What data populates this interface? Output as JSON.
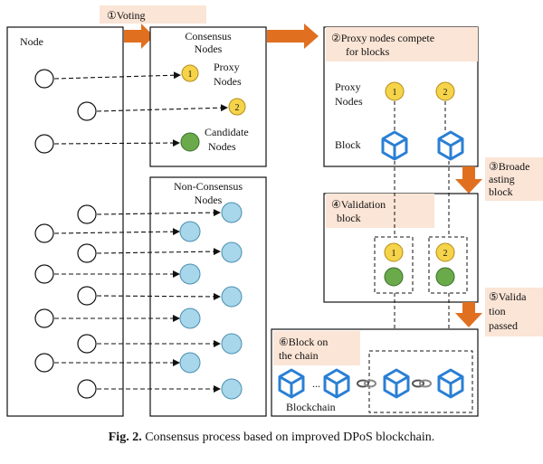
{
  "diagram": {
    "node_box_label": "Node",
    "voting_label": "①Voting",
    "consensus_title_1": "Consensus",
    "consensus_title_2": "Nodes",
    "proxy_label_1": "Proxy",
    "proxy_label_2": "Nodes",
    "candidate_label_1": "Candidate",
    "candidate_label_2": "Nodes",
    "non_consensus_title_1": "Non-Consensus",
    "non_consensus_title_2": "Nodes",
    "step2_line1": "②Proxy nodes compete",
    "step2_line2": "for blocks",
    "proxy_nodes_1": "Proxy",
    "proxy_nodes_2": "Nodes",
    "block_label": "Block",
    "step3_line1": "③Broade",
    "step3_line2": "asting",
    "step3_line3": "block",
    "step4_line1": "④Validation",
    "step4_line2": "block",
    "step5_line1": "⑤Valida",
    "step5_line2": "tion",
    "step5_line3": "passed",
    "step6_line1": "⑥Block on",
    "step6_line2": "the chain",
    "ellipsis": "...",
    "blockchain_label": "Blockchain",
    "badge_1": "1",
    "badge_2": "2"
  },
  "caption": {
    "prefix": "Fig. 2.",
    "text": " Consensus process based on improved DPoS blockchain."
  },
  "colors": {
    "arrow_orange": "#e07020",
    "label_bg": "#fbe5d6",
    "proxy_yellow": "#f5d44a",
    "candidate_green": "#6aaa4a",
    "non_consensus_blue": "#a8d6ea",
    "block_blue": "#2a7fd4"
  }
}
